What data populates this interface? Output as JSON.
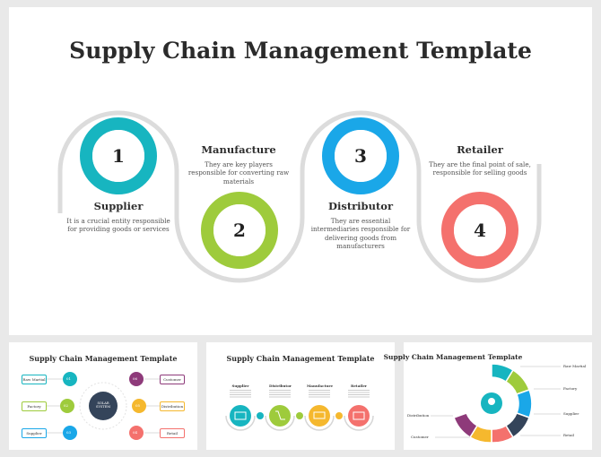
{
  "main": {
    "title": "Supply Chain Management Template",
    "steps": [
      {
        "number": "1",
        "title": "Supplier",
        "desc": "It is a crucial entity responsible for providing goods or services",
        "color": "#17b5c0"
      },
      {
        "number": "2",
        "title": "Manufacture",
        "desc": "They are key players responsible for converting raw materials",
        "color": "#9ecb3c"
      },
      {
        "number": "3",
        "title": "Distributor",
        "desc": "They are essential intermediaries responsible for delivering goods from manufacturers",
        "color": "#1aa7e8"
      },
      {
        "number": "4",
        "title": "Retailer",
        "desc": "They are the final point of sale, responsible for selling goods",
        "color": "#f4716d"
      }
    ]
  },
  "thumbnails": [
    {
      "title": "Supply Chain Management Template",
      "center_label": "SOLAR SYSTEM",
      "left": [
        {
          "num": "01",
          "label": "Raw Martial",
          "color": "#17b5c0"
        },
        {
          "num": "02",
          "label": "Factory",
          "color": "#9ecb3c"
        },
        {
          "num": "03",
          "label": "Supplier",
          "color": "#1aa7e8"
        }
      ],
      "right": [
        {
          "num": "06",
          "label": "Customer",
          "color": "#8e3a7a"
        },
        {
          "num": "05",
          "label": "Distribution",
          "color": "#f5b82e"
        },
        {
          "num": "04",
          "label": "Retail",
          "color": "#f4716d"
        }
      ]
    },
    {
      "title": "Supply Chain Management Template",
      "steps": [
        {
          "label": "Supplier",
          "color": "#17b5c0"
        },
        {
          "label": "Distributor",
          "color": "#9ecb3c"
        },
        {
          "label": "Manufacture",
          "color": "#f5b82e"
        },
        {
          "label": "Retailer",
          "color": "#f4716d"
        }
      ]
    },
    {
      "title": "Supply Chain Management Template",
      "right_labels": [
        "Raw Martial",
        "Factory",
        "Supplier",
        "Retail"
      ],
      "left_labels": [
        "Distribution",
        "Customer"
      ]
    }
  ]
}
